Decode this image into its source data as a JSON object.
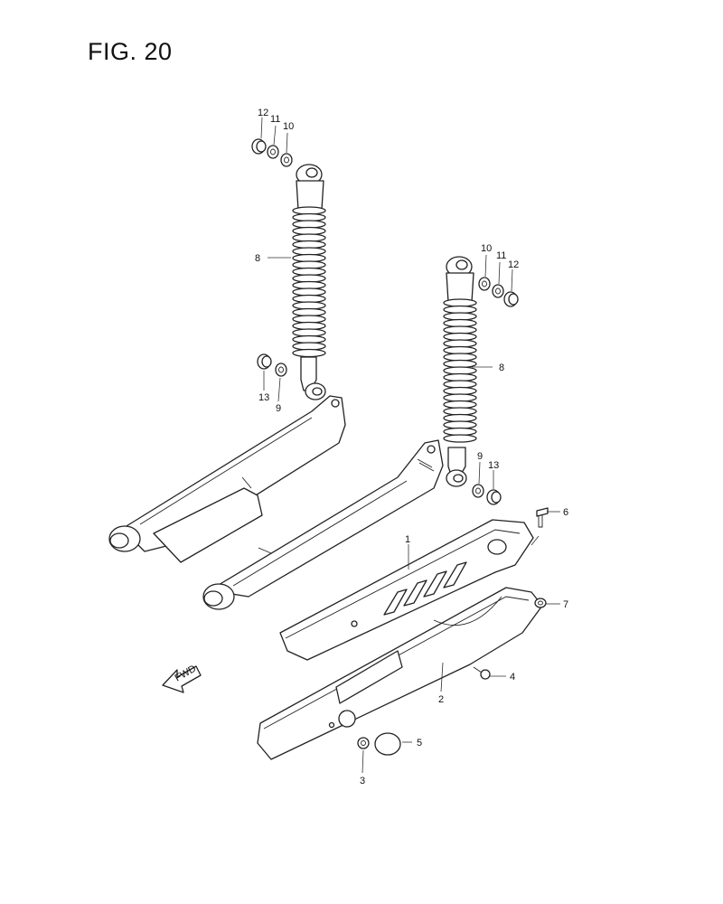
{
  "figure": {
    "title": "FIG. 20"
  },
  "callouts": {
    "c1": "1",
    "c2": "2",
    "c3": "3",
    "c4": "4",
    "c5": "5",
    "c6": "6",
    "c7": "7",
    "left_shock_8": "8",
    "left_shock_9": "9",
    "left_shock_10": "10",
    "left_shock_11": "11",
    "left_shock_12": "12",
    "left_shock_13": "13",
    "right_shock_8": "8",
    "right_shock_9": "9",
    "right_shock_10": "10",
    "right_shock_11": "11",
    "right_shock_12": "12",
    "right_shock_13": "13"
  },
  "fwd_arrow": {
    "label": "FWD"
  }
}
